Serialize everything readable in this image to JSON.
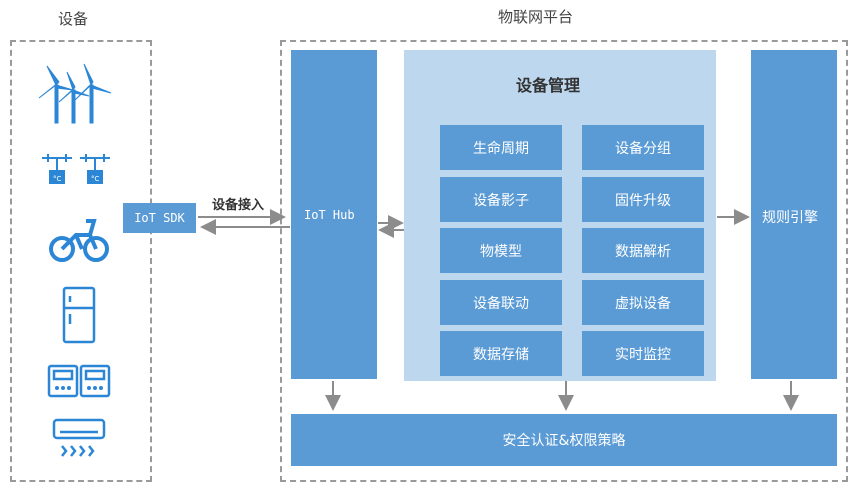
{
  "devices": {
    "title": "设备",
    "items": [
      "wind-turbine",
      "temperature-sensor",
      "bicycle",
      "refrigerator",
      "meter",
      "air-conditioner"
    ]
  },
  "platform": {
    "title": "物联网平台"
  },
  "sdk": {
    "label": "IoT SDK"
  },
  "connection": {
    "label": "设备接入"
  },
  "hub": {
    "label": "IoT Hub"
  },
  "management": {
    "title": "设备管理",
    "left": [
      "生命周期",
      "设备影子",
      "物模型",
      "设备联动",
      "数据存储"
    ],
    "right": [
      "设备分组",
      "固件升级",
      "数据解析",
      "虚拟设备",
      "实时监控"
    ]
  },
  "rules": {
    "label": "规则引擎"
  },
  "security": {
    "label": "安全认证&权限策略"
  },
  "colors": {
    "primary": "#5b9bd5",
    "panel": "#bdd7ee",
    "arrow": "#8c8c8c",
    "dash": "#9a9a9a"
  }
}
